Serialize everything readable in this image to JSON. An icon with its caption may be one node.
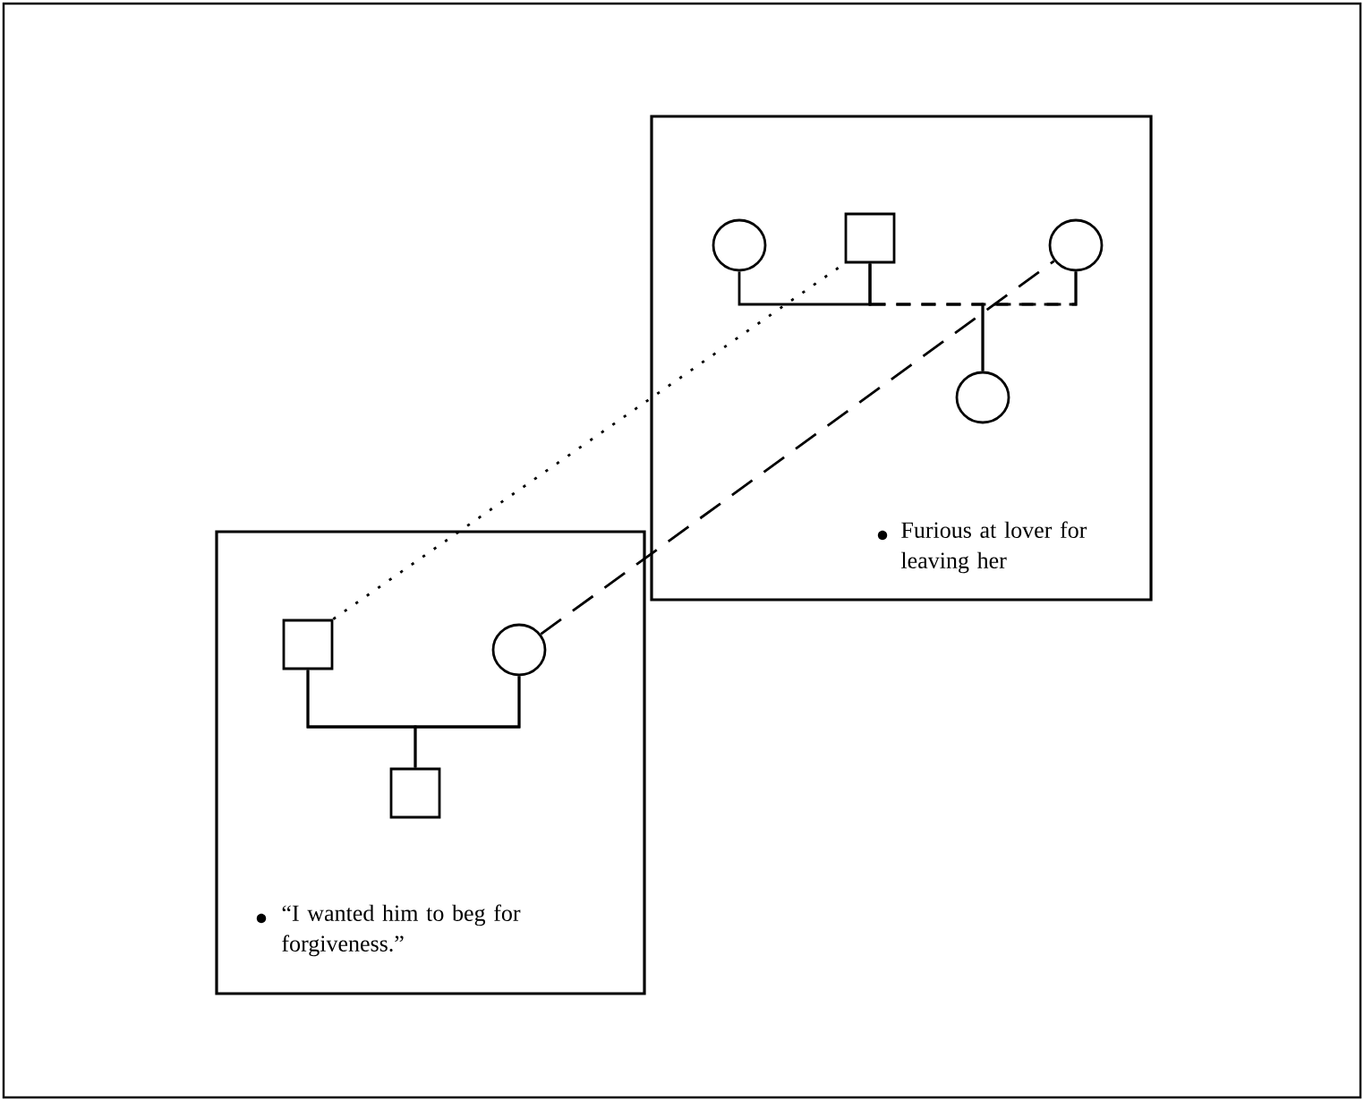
{
  "diagram": {
    "nodes": [
      {
        "text": [
          "Furious at lover for leaving her"
        ]
      },
      {
        "text": [],
        "shape": "circle",
        "in": 0
      },
      {
        "text": [],
        "shape": "box",
        "in": 0
      },
      {
        "text": [],
        "shape": "circle",
        "in": 0
      },
      {
        "text": [],
        "shape": "circle",
        "in": 0
      },
      {
        "text": [
          "“I wanted him to beg for forgiveness.”"
        ]
      },
      {
        "text": [],
        "shape": "box",
        "in": 5
      },
      {
        "text": [],
        "shape": "circle",
        "in": 5
      },
      {
        "text": [],
        "shape": "box",
        "in": 5
      }
    ],
    "edges": [
      {
        "from": 1,
        "to": 2,
        "arrow": "none"
      },
      {
        "from": 2,
        "to": 3,
        "arrow": "none",
        "style": "dashed"
      },
      {
        "from": 2,
        "to": 4,
        "arrow": "none",
        "style": "dashed"
      },
      {
        "from": 3,
        "to": 4,
        "arrow": "none",
        "style": "dashed"
      },
      {
        "from": 6,
        "to": 7,
        "arrow": "none"
      },
      {
        "from": 6,
        "to": 8,
        "arrow": "none"
      },
      {
        "from": 7,
        "to": 8,
        "arrow": "none"
      },
      {
        "from": 6,
        "to": 2,
        "arrow": "none",
        "style": "dashed"
      },
      {
        "from": 7,
        "to": 3,
        "arrow": "none",
        "style": "dashed"
      }
    ]
  }
}
